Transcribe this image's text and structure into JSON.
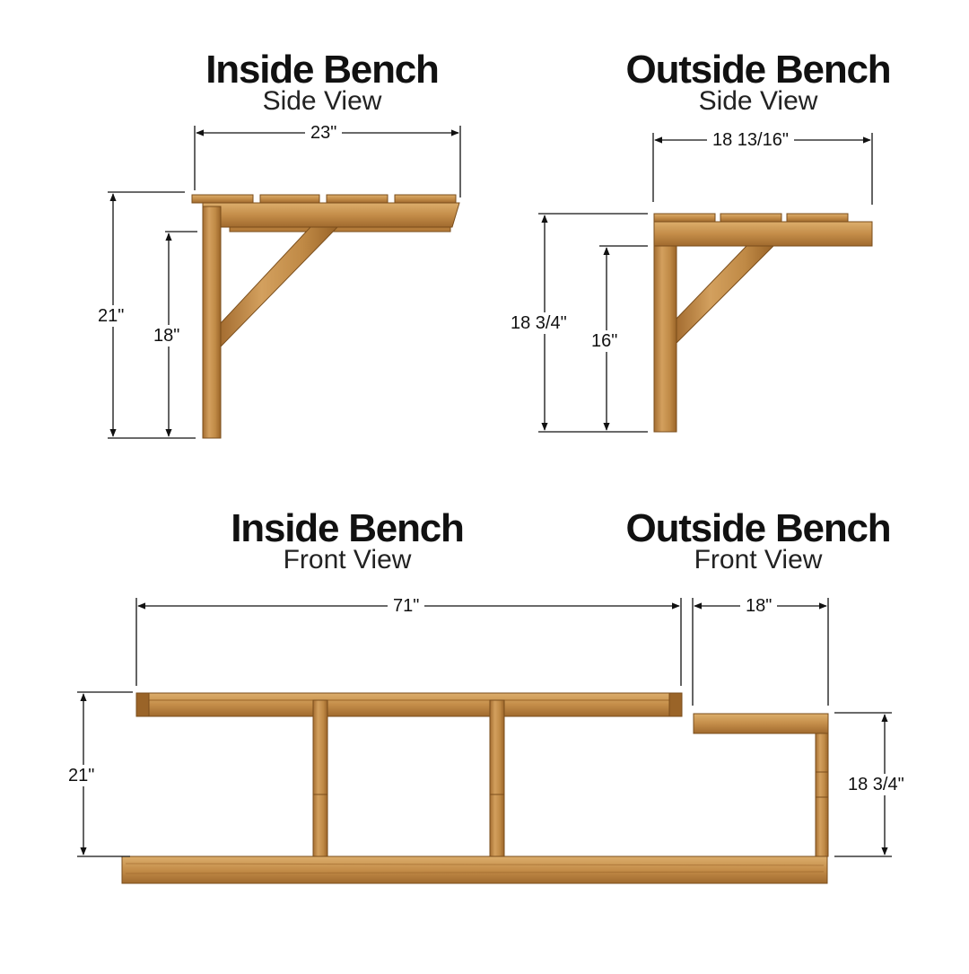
{
  "inside_side": {
    "title": "Inside Bench",
    "subtitle": "Side View",
    "width": "23\"",
    "total_height": "21\"",
    "seat_height": "18\""
  },
  "outside_side": {
    "title": "Outside Bench",
    "subtitle": "Side View",
    "width": "18 13/16\"",
    "total_height": "18 3/4\"",
    "seat_height": "16\""
  },
  "inside_front": {
    "title": "Inside Bench",
    "subtitle": "Front View",
    "width": "71\"",
    "height": "21\""
  },
  "outside_front": {
    "title": "Outside Bench",
    "subtitle": "Front View",
    "width": "18\"",
    "height": "18 3/4\""
  },
  "colors": {
    "wood": "#c9944f",
    "wood_dark": "#8c5a22",
    "wood_light": "#dcae6c",
    "dimension_line": "#111111"
  }
}
